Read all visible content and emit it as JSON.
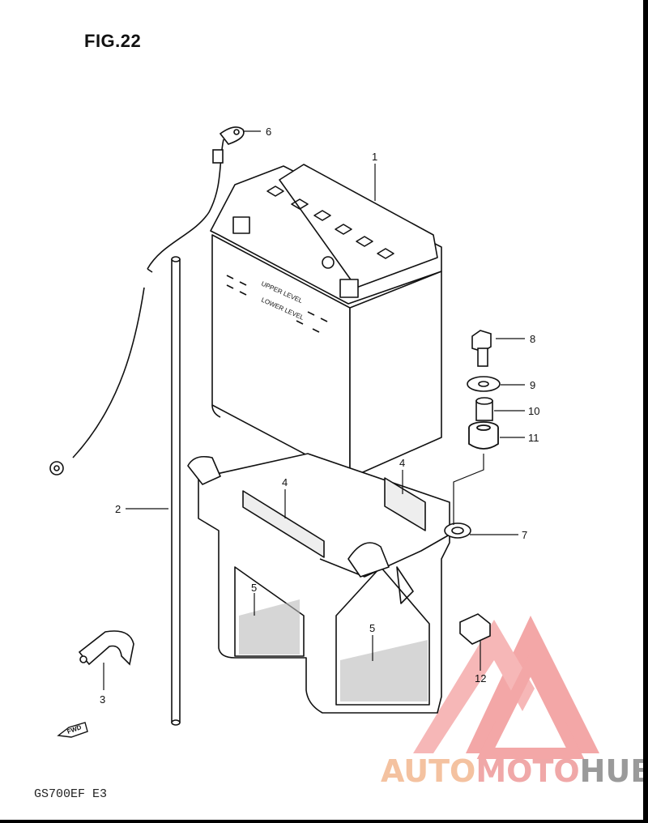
{
  "figure": {
    "title": "FIG.22",
    "model_code": "GS700EF  E3"
  },
  "battery_markings": {
    "upper": "UPPER LEVEL",
    "lower": "LOWER LEVEL"
  },
  "fwd_label": "FWD",
  "callouts": [
    {
      "id": "c1",
      "label": "1"
    },
    {
      "id": "c2",
      "label": "2"
    },
    {
      "id": "c3",
      "label": "3"
    },
    {
      "id": "c4a",
      "label": "4"
    },
    {
      "id": "c4b",
      "label": "4"
    },
    {
      "id": "c5a",
      "label": "5"
    },
    {
      "id": "c5b",
      "label": "5"
    },
    {
      "id": "c6",
      "label": "6"
    },
    {
      "id": "c7",
      "label": "7"
    },
    {
      "id": "c8",
      "label": "8"
    },
    {
      "id": "c9",
      "label": "9"
    },
    {
      "id": "c10",
      "label": "10"
    },
    {
      "id": "c11",
      "label": "11"
    },
    {
      "id": "c12",
      "label": "12"
    }
  ],
  "watermark": {
    "part1": "AUTO",
    "part2": "MOTO",
    "part3": "HUB",
    "colors": {
      "part1": "#f4c2a0",
      "part2": "#f0a8a8",
      "part3": "#9a9a9a",
      "logo": "#f08a8a"
    }
  }
}
